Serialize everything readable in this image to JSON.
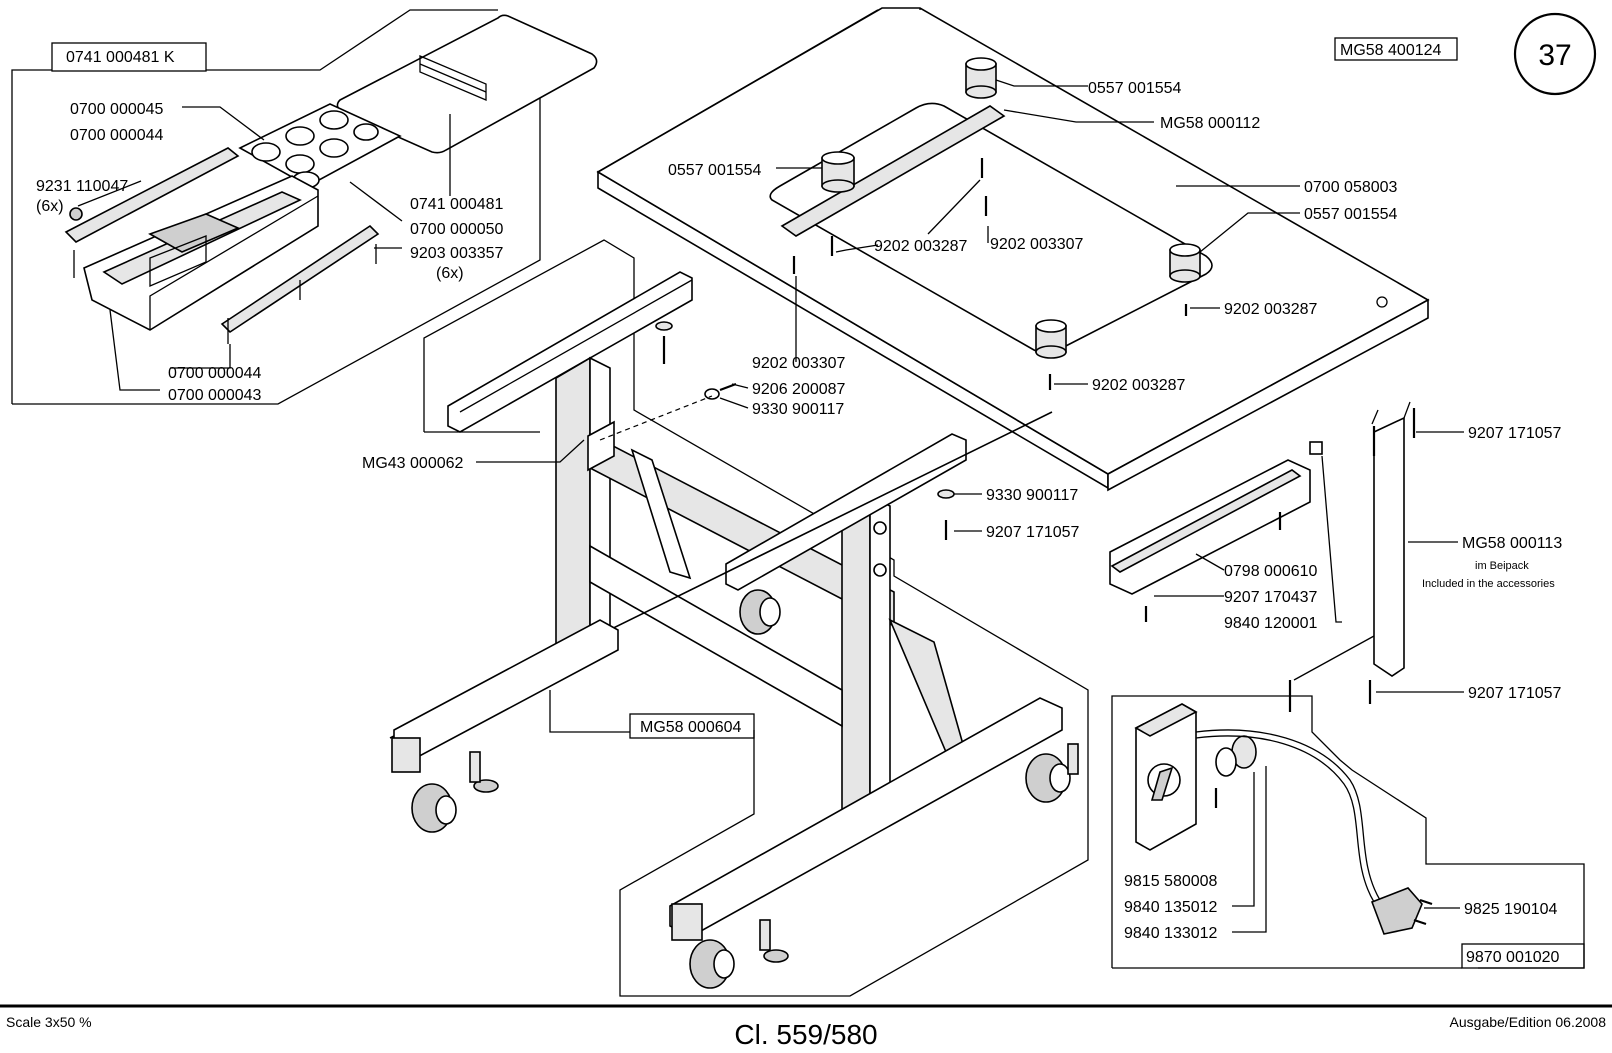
{
  "page": {
    "number": "37",
    "ref_code": "MG58 400124",
    "scale": "Scale 3x50 %",
    "model": "Cl. 559/580",
    "edition": "Ausgabe/Edition 06.2008"
  },
  "tray_group": {
    "box_label": "0741 000481 K",
    "labels": [
      "0700 000045",
      "0700 000044",
      "9231 110047",
      "(6x)",
      "0741 000481",
      "0700 000050",
      "9203 003357",
      "(6x)",
      "0700 000044",
      "0700 000043"
    ]
  },
  "table_top": {
    "labels": [
      "0557 001554",
      "MG58 000112",
      "0557 001554",
      "0700 058003",
      "0557 001554",
      "9202 003287",
      "9202 003307",
      "9202 003287",
      "9202 003287"
    ]
  },
  "frame": {
    "box_label": "MG58 000604",
    "labels": [
      "9202 003307",
      "9206 200087",
      "9330 900117",
      "MG43 000062",
      "9330 900117",
      "9207 171057"
    ]
  },
  "right_parts": {
    "labels": [
      "9207 171057",
      "MG58 000113",
      "im Beipack",
      "Included in the accessories",
      "0798 000610",
      "9207 170437",
      "9840 120001",
      "9207 171057"
    ]
  },
  "electrical": {
    "box_label": "9870 001020",
    "labels": [
      "9815 580008",
      "9840 135012",
      "9840 133012",
      "9825 190104"
    ]
  }
}
